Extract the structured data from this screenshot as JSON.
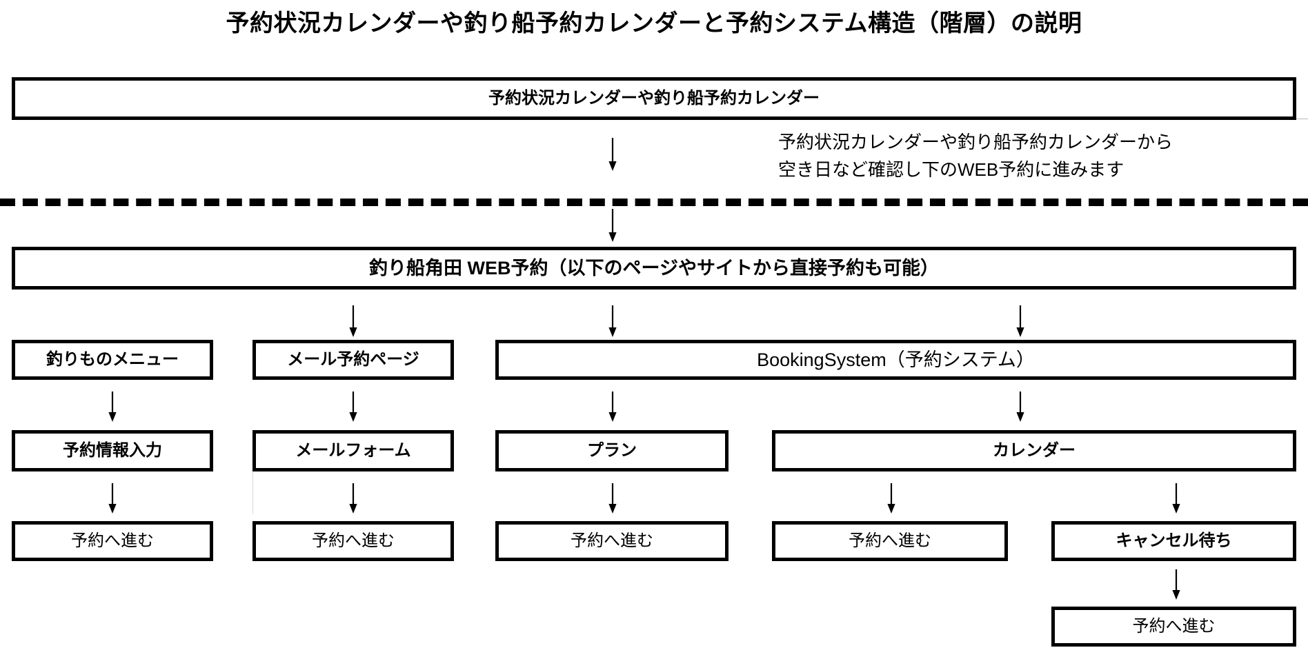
{
  "title": "予約状況カレンダーや釣り船予約カレンダーと予約システム構造（階層）の説明",
  "nodes": {
    "calendar_top": "予約状況カレンダーや釣り船予約カレンダー",
    "web_reserve": "釣り船角田 WEB予約（以下のページやサイトから直接予約も可能）",
    "fishing_menu": "釣りものメニュー",
    "mail_page": "メール予約ページ",
    "booking_system": "BookingSystem（予約システム）",
    "reserve_info_input": "予約情報入力",
    "mail_form": "メールフォーム",
    "plan": "プラン",
    "calendar": "カレンダー",
    "proceed_1": "予約へ進む",
    "proceed_2": "予約へ進む",
    "proceed_3": "予約へ進む",
    "proceed_4": "予約へ進む",
    "cancel_wait": "キャンセル待ち",
    "proceed_5": "予約へ進む"
  },
  "note": {
    "line1": "予約状況カレンダーや釣り船予約カレンダーから",
    "line2": "空き日など確認し下のWEB予約に進みます"
  },
  "icons": {
    "arrow_down": "down-arrow-icon",
    "divider": "dashed-divider"
  },
  "colors": {
    "stroke": "#000000",
    "background": "#ffffff",
    "text": "#000000"
  }
}
